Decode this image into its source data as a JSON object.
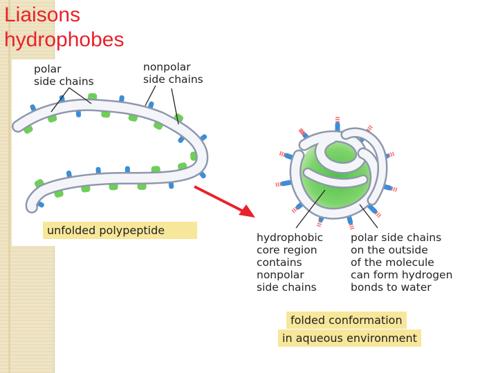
{
  "slide": {
    "title": "Liaisons\nhydrophobes"
  },
  "unfolded": {
    "polar_label": "polar\nside chains",
    "nonpolar_label": "nonpolar\nside chains",
    "caption": "unfolded polypeptide"
  },
  "folded": {
    "core_label": "hydrophobic\ncore region\ncontains\nnonpolar\nside chains",
    "polar_outside_label": "polar side chains\non the outside\nof the molecule\ncan form hydrogen\nbonds to water",
    "caption_line1": "folded conformation",
    "caption_line2": "in aqueous environment"
  },
  "colors": {
    "title": "#e8222a",
    "arrow": "#e8222a",
    "polar_chain": "#3b8ed6",
    "nonpolar_chain": "#6fce58",
    "backbone": "#f4f5f9",
    "caption_bg": "#f7e79a",
    "background_band": "#efe4c4"
  }
}
